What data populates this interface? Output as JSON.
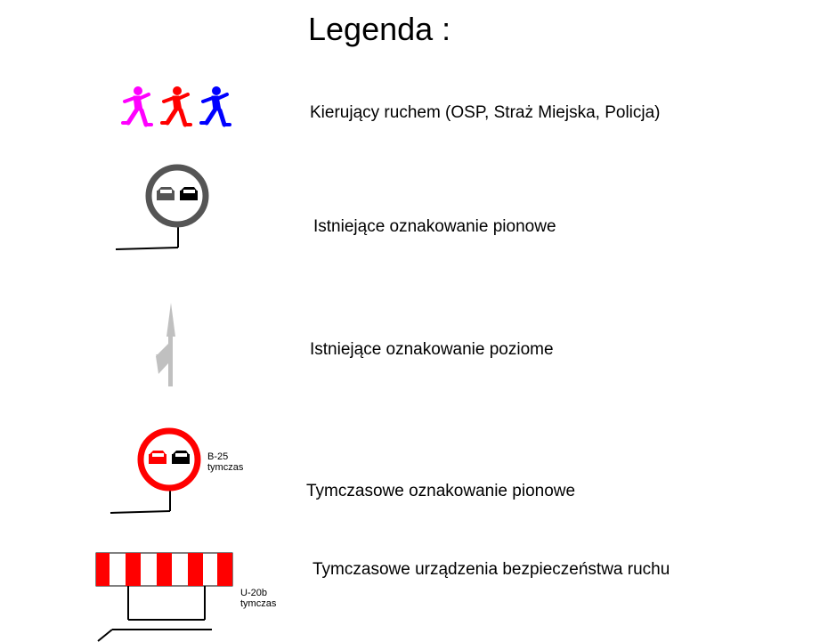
{
  "title": "Legenda :",
  "items": [
    {
      "icon": "traffic-controllers-icon",
      "label": "Kierujący ruchem (OSP, Straż Miejska, Policja)"
    },
    {
      "icon": "existing-sign-icon",
      "label": "Istniejące oznakowanie pionowe"
    },
    {
      "icon": "existing-road-marking-arrow-icon",
      "label": "Istniejące oznakowanie poziome"
    },
    {
      "icon": "temporary-sign-b25-icon",
      "label": "Tymczasowe oznakowanie pionowe",
      "sign_code": "B-25",
      "sign_note": "tymczas"
    },
    {
      "icon": "temporary-barrier-u20b-icon",
      "label": "Tymczasowe urządzenia bezpieczeństwa ruchu",
      "device_code": "U-20b",
      "device_note": "tymczas"
    }
  ],
  "colors": {
    "controller_1": "#ff00ff",
    "controller_2": "#ff0000",
    "controller_3": "#0000ff",
    "existing_sign_ring": "#555555",
    "road_marking": "#c0c0c0",
    "temporary_red": "#ff0000"
  }
}
